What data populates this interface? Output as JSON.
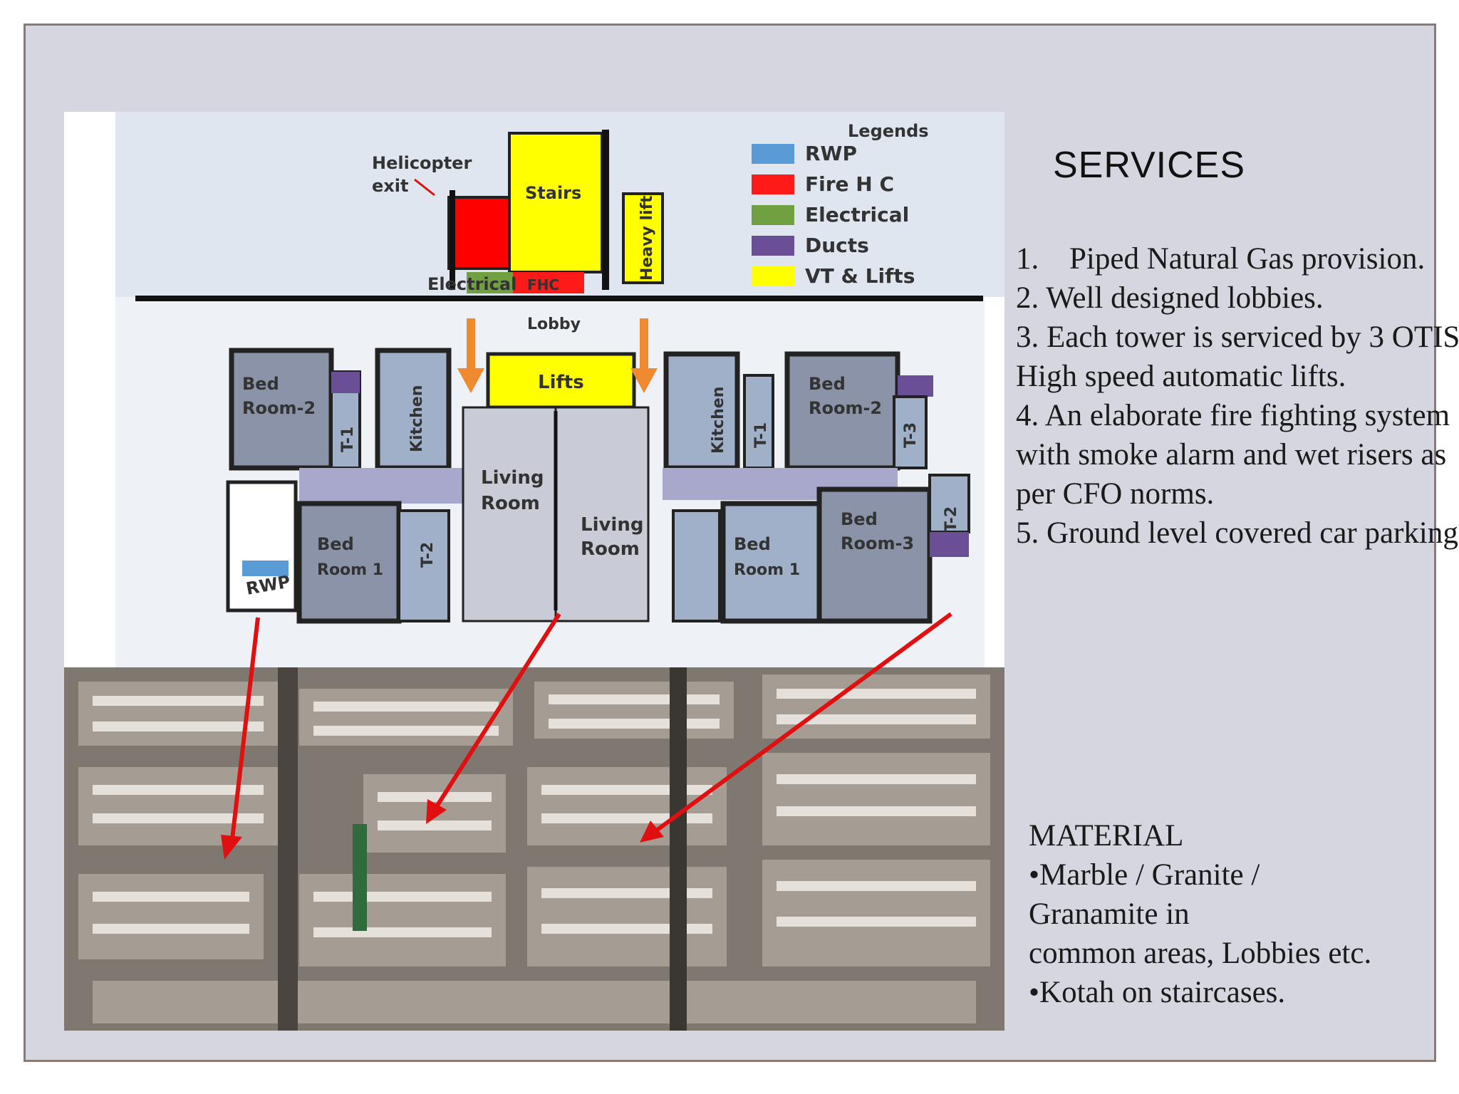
{
  "services": {
    "title": "SERVICES",
    "items": [
      {
        "num": "1.",
        "text": "Piped Natural Gas provision."
      },
      {
        "text": "2. Well designed lobbies."
      },
      {
        "text": "3. Each tower is serviced by 3 OTIS High speed automatic lifts."
      },
      {
        "text": "4. An elaborate fire fighting system with smoke alarm and wet risers as per CFO norms."
      },
      {
        "text": "5. Ground level covered car parking."
      }
    ]
  },
  "material": {
    "title": "MATERIAL",
    "line1": "•Marble / Granite /",
    "line2": "Granamite in",
    "line3": "common areas, Lobbies etc.",
    "line4": "•Kotah on staircases."
  },
  "plan": {
    "legend_title": "Legends",
    "legend": [
      {
        "label": "RWP",
        "color": "#5b9bd5"
      },
      {
        "label": "Fire H C",
        "color": "#ff1a1a"
      },
      {
        "label": "Electrical",
        "color": "#70a040"
      },
      {
        "label": "Ducts",
        "color": "#6a4f96"
      },
      {
        "label": "VT & Lifts",
        "color": "#ffff00"
      }
    ],
    "helicopter": "Helicopter",
    "exit": "exit",
    "stairs": "Stairs",
    "heavy_lift": "Heavy lift",
    "electrical": "Electrical",
    "fhc": "FHC",
    "lobby": "Lobby",
    "lifts": "Lifts",
    "bed": "Bed",
    "room2": "Room-2",
    "room1": "Room 1",
    "room3": "Room-3",
    "kitchen": "Kitchen",
    "t1": "T-1",
    "t2": "T-2",
    "t3": "T-3",
    "living": "Living",
    "room": "Room",
    "rwp": "RWP"
  }
}
